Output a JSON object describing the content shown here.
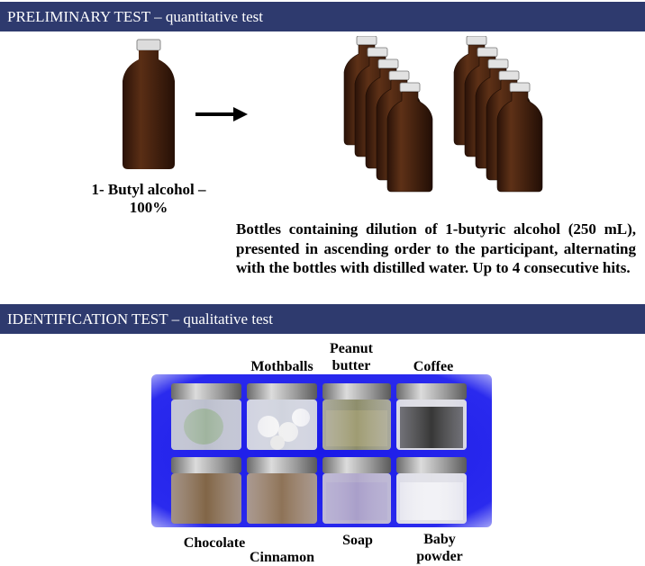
{
  "sections": {
    "preliminary": {
      "title": "PRELIMINARY TEST",
      "subtitle": " – quantitative test"
    },
    "identification": {
      "title": "IDENTIFICATION TEST",
      "subtitle": " – qualitative test"
    }
  },
  "preliminary": {
    "source_label_line1": "1- Butyl alcohol –",
    "source_label_line2": "100%",
    "description": "Bottles containing dilution of 1-butyric alcohol (250 mL), presented in ascending order to the participant, alternating with the bottles with distilled water. Up to 4 consecutive hits.",
    "bottle_count_left_group": 5,
    "bottle_count_right_group": 5
  },
  "identification": {
    "top_labels": {
      "mothballs": "Mothballs",
      "peanut_1": "Peanut",
      "peanut_2": "butter",
      "coffee": "Coffee"
    },
    "bottom_labels": {
      "chocolate": "Chocolate",
      "cinnamon": "Cinnamon",
      "soap": "Soap",
      "baby_1": "Baby",
      "baby_2": "powder"
    },
    "jar_contents_top": [
      "mothball-green",
      "mothballs",
      "peanut-butter",
      "coffee"
    ],
    "jar_contents_bottom": [
      "chocolate",
      "cinnamon",
      "soap",
      "baby-powder"
    ]
  },
  "colors": {
    "banner": "#2e3a6e",
    "jar_background": "#2222ee",
    "bottle": "#3a1c0c"
  }
}
